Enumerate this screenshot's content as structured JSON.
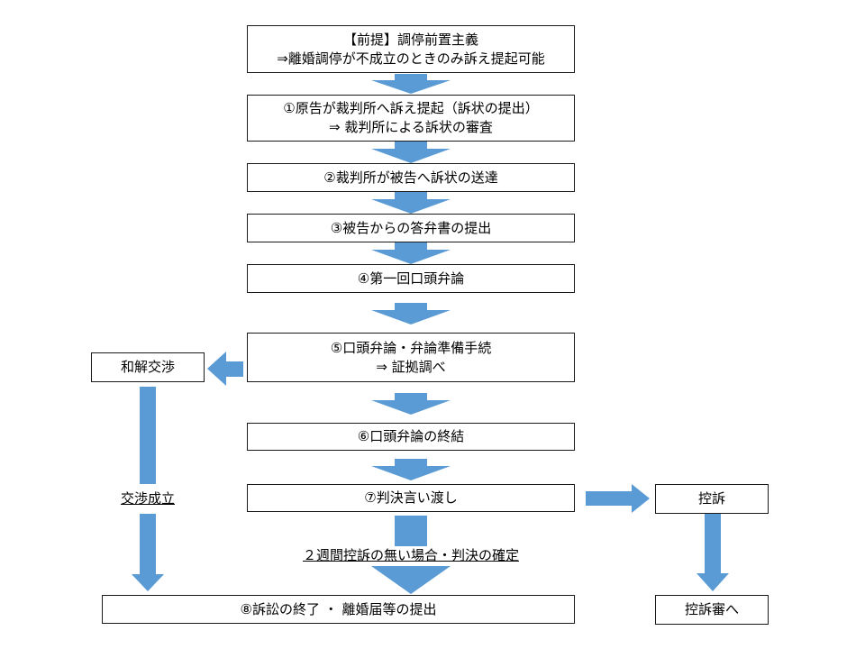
{
  "colors": {
    "arrow": "#5b9bd5",
    "box_border": "#1a1a1a"
  },
  "premise_box": {
    "line1": "【前提】調停前置主義",
    "line2": "⇒離婚調停が不成立のときのみ訴え提起可能"
  },
  "step1_box": {
    "line1": "①原告が裁判所へ訴え提起（訴状の提出）",
    "line2": "⇒ 裁判所による訴状の審査"
  },
  "step2_box": {
    "label": "②裁判所が被告へ訴状の送達"
  },
  "step3_box": {
    "label": "③被告からの答弁書の提出"
  },
  "step4_box": {
    "label": "④第一回口頭弁論"
  },
  "step5_box": {
    "line1": "⑤口頭弁論・弁論準備手続",
    "line2": "⇒ 証拠調べ"
  },
  "settlement_box": {
    "label": "和解交渉"
  },
  "settlement_reached_label": "交渉成立",
  "step6_box": {
    "label": "⑥口頭弁論の終結"
  },
  "step7_box": {
    "label": "⑦判決言い渡し"
  },
  "appeal_box": {
    "label": "控訴"
  },
  "judgment_final_label": "２週間控訴の無い場合・判決の確定",
  "step8_box": {
    "label": "⑧訴訟の終了 ・ 離婚届等の提出"
  },
  "appeal_trial_box": {
    "label": "控訴審へ"
  }
}
